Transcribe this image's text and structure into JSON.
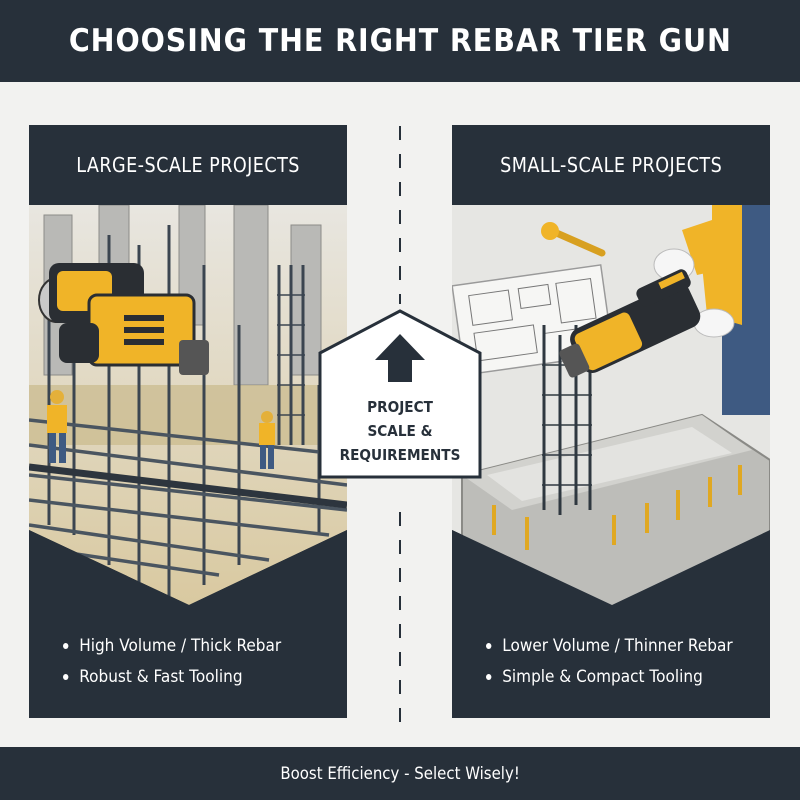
{
  "title": "CHOOSING THE RIGHT REBAR TIER GUN",
  "left_panel": {
    "heading": "LARGE-SCALE PROJECTS",
    "bullets": [
      "High Volume / Thick Rebar",
      "Robust & Fast Tooling"
    ]
  },
  "right_panel": {
    "heading": "SMALL-SCALE PROJECTS",
    "bullets": [
      "Lower Volume / Thinner Rebar",
      "Simple & Compact Tooling"
    ]
  },
  "center": {
    "lines": [
      "PROJECT",
      "SCALE &",
      "REQUIREMENTS"
    ],
    "icon": "arrow-up-icon"
  },
  "footer": "Boost Efficiency - Select Wisely!",
  "colors": {
    "navy": "#27303a",
    "tool_yellow": "#f0b428",
    "background": "#f2f2f0"
  }
}
